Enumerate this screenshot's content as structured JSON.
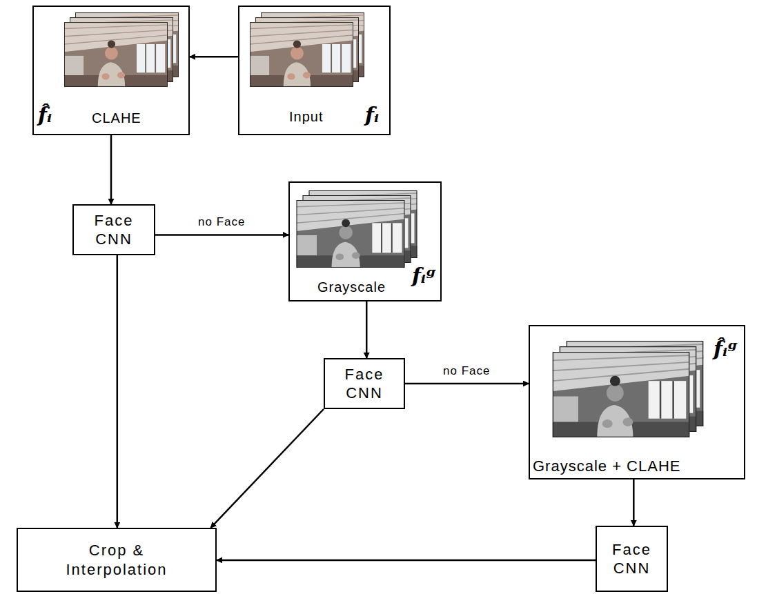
{
  "diagram": {
    "nodes": [
      {
        "text": [
          "f̂ᵢ",
          "CLAHE"
        ]
      },
      {
        "text": [
          "Input",
          "fᵢ"
        ]
      },
      {
        "text": [
          "Face CNN"
        ]
      },
      {
        "text": [
          "Grayscale",
          "fᵢᵍ"
        ]
      },
      {
        "text": [
          "Face CNN"
        ]
      },
      {
        "text": [
          "f̂ᵢᵍ",
          "Grayscale + CLAHE"
        ]
      },
      {
        "text": [
          "Crop & Interpolation"
        ]
      },
      {
        "text": [
          "Face CNN"
        ]
      }
    ],
    "edges": [
      {
        "from": 1,
        "to": 0,
        "arrow": "to"
      },
      {
        "from": 0,
        "to": 2,
        "arrow": "to"
      },
      {
        "from": 2,
        "to": 3,
        "label": "no Face",
        "arrow": "to"
      },
      {
        "from": 2,
        "to": 6,
        "arrow": "to"
      },
      {
        "from": 3,
        "to": 4,
        "arrow": "to"
      },
      {
        "from": 4,
        "to": 6,
        "arrow": "to"
      },
      {
        "from": 4,
        "to": 5,
        "label": "no Face",
        "arrow": "to"
      },
      {
        "from": 5,
        "to": 7,
        "arrow": "to"
      },
      {
        "from": 7,
        "to": 6,
        "arrow": "to"
      }
    ]
  }
}
